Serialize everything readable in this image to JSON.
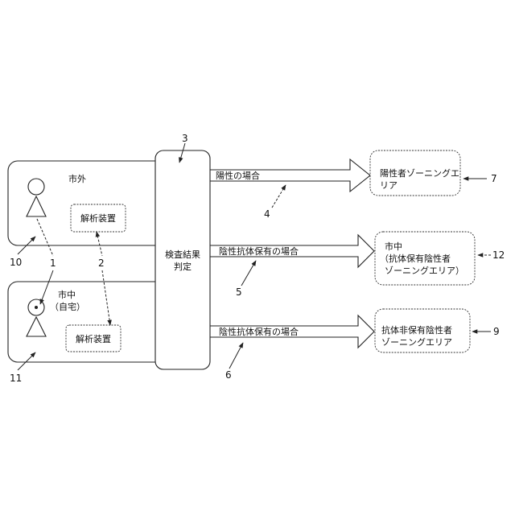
{
  "regions": {
    "outside_city": "市外",
    "inside_city_home": [
      "市中",
      "（自宅）"
    ]
  },
  "devices": {
    "outside": "解析装置",
    "home": "解析装置"
  },
  "judgement_box": [
    "検査結果",
    "判定"
  ],
  "arrows": {
    "positive": "陽性の場合",
    "negative_antibody": "陰性抗体保有の場合",
    "negative_no_antibody": "陰性抗体保有の場合"
  },
  "zones": {
    "positive": [
      "陽性者ゾーニングエ",
      "リア"
    ],
    "city_antibody": [
      "市中",
      "（抗体保有陰性者",
      "ゾーニングエリア）"
    ],
    "no_antibody": [
      "抗体非保有陰性者",
      "ゾーニングエリア"
    ]
  },
  "reference_numbers": {
    "person_lead": "1",
    "device_lead": "2",
    "judgement": "3",
    "arrow_positive": "4",
    "arrow_antibody": "5",
    "arrow_no_antibody": "6",
    "zone_positive": "7",
    "zone_no_antibody": "9",
    "region_outside": "10",
    "region_home": "11",
    "zone_city": "12"
  }
}
